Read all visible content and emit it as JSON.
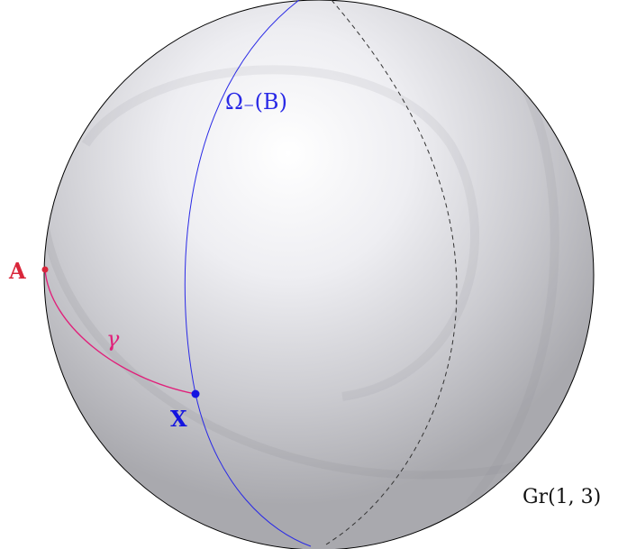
{
  "labels": {
    "point_a": "A",
    "point_x": "X",
    "curve_gamma": "γ",
    "omega_b": "Ω₋(B)",
    "grassmannian": "Gr(1, 3)"
  },
  "colors": {
    "sphere_outline": "#000000",
    "sphere_light": "#ffffff",
    "sphere_dark": "#a9a9ae",
    "band": "#8e8e96",
    "point_a": "#d9263a",
    "curve_gamma": "#e0207a",
    "omega_curve": "#2a2ae6",
    "point_x": "#1414e0",
    "hidden_curve": "#333333",
    "text_dark": "#111111"
  }
}
